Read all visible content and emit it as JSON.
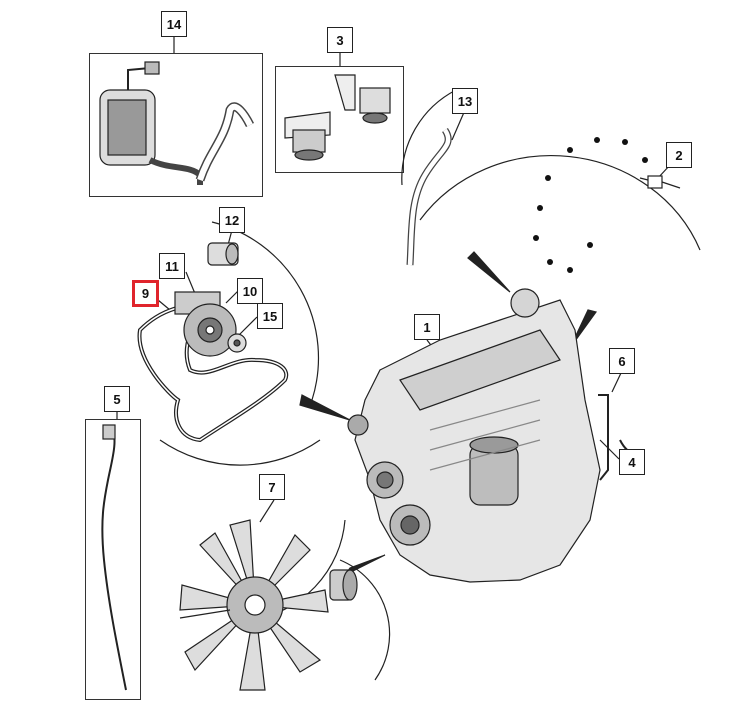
{
  "callouts": {
    "c1": "1",
    "c2": "2",
    "c3": "3",
    "c4": "4",
    "c5": "5",
    "c6": "6",
    "c7": "7",
    "c9": "9",
    "c10": "10",
    "c11": "11",
    "c12": "12",
    "c13": "13",
    "c14": "14",
    "c15": "15"
  },
  "highlight_color": "#e0242c",
  "line_color": "#222222"
}
